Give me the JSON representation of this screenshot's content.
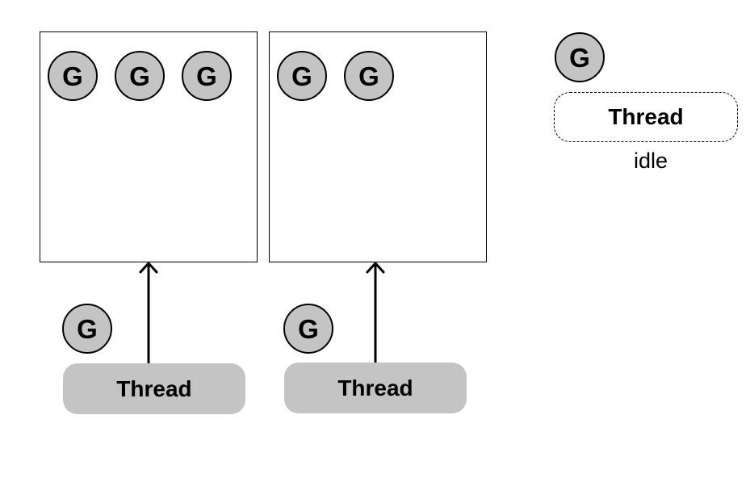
{
  "goroutine_label": "G",
  "thread_label": "Thread",
  "idle_caption": "idle",
  "colors": {
    "goroutine_fill": "#c4c4c4",
    "thread_fill": "#c4c4c4",
    "stroke": "#000000"
  },
  "queues": [
    {
      "goroutines": [
        "G",
        "G",
        "G"
      ],
      "running": "G",
      "thread": "Thread"
    },
    {
      "goroutines": [
        "G",
        "G"
      ],
      "running": "G",
      "thread": "Thread"
    }
  ],
  "idle_thread": {
    "goroutine": "G",
    "thread": "Thread",
    "caption": "idle"
  }
}
